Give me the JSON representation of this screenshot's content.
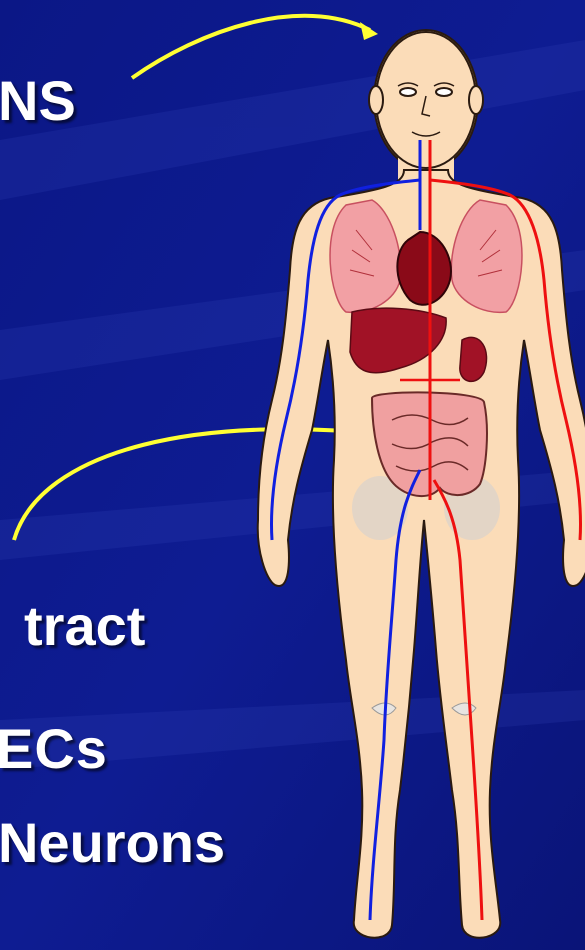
{
  "labels": {
    "cns": "NS",
    "tract": "tract",
    "ecs": "ECs",
    "neurons": "Neurons"
  },
  "colors": {
    "background": "#0d1a8c",
    "skin": "#fbdcb8",
    "vein": "#1020e0",
    "artery": "#ee1010",
    "lung": "#f2a0a4",
    "liver": "#a11226",
    "intestine": "#f0a0a0",
    "arrow": "#ffff33"
  },
  "icons": [
    "human-body-illustration",
    "arrow-to-brain",
    "arrow-to-gut"
  ]
}
